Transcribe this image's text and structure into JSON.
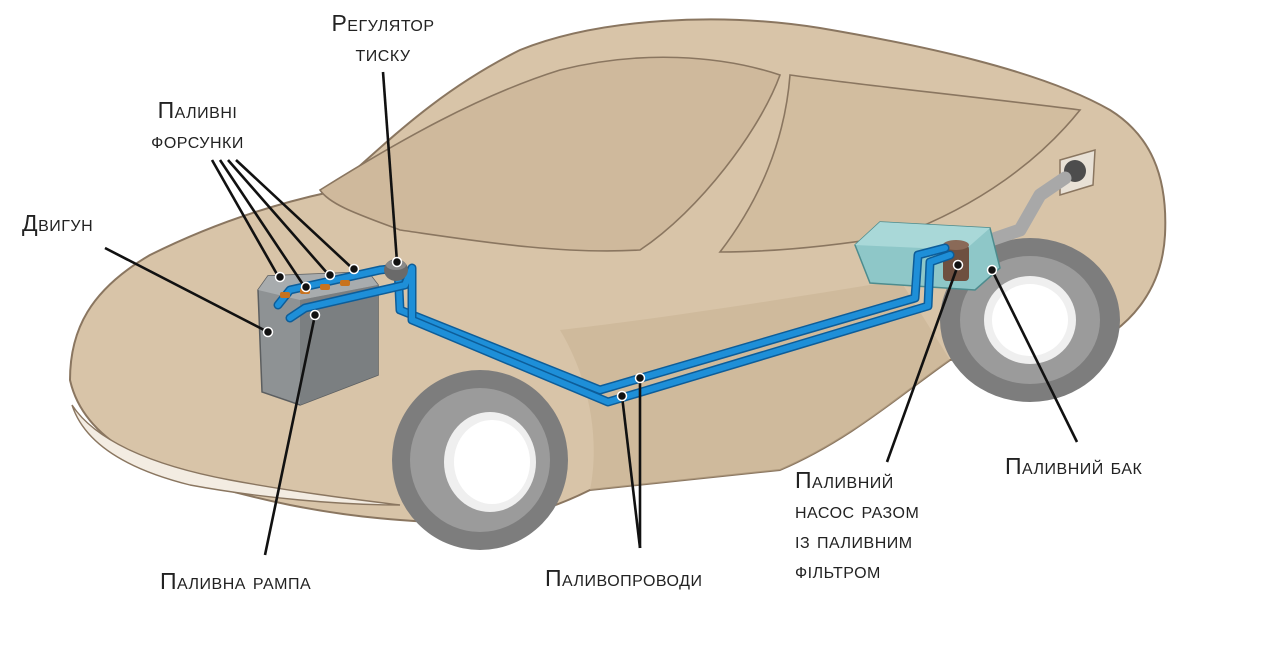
{
  "labels": {
    "pressure_regulator": [
      "Регулятор",
      "тиску"
    ],
    "injectors": [
      "Паливні",
      "форсунки"
    ],
    "engine": [
      "Двигун"
    ],
    "fuel_rail": [
      "Паливна рампа"
    ],
    "fuel_lines": [
      "Паливопроводи"
    ],
    "fuel_pump": [
      "Паливний",
      "насос разом",
      "із паливним",
      "фільтром"
    ],
    "fuel_tank": [
      "Паливний бак"
    ]
  },
  "colors": {
    "body": "#d8c4a8",
    "body_shade": "#c9b292",
    "outline": "#8a7660",
    "fuel_line": "#1e8fd8",
    "fuel_line_edge": "#0d5d99",
    "tank": "#8ec7c8",
    "engine": "#8e9294",
    "tire": "#7d7d7d",
    "leader": "#111111"
  }
}
